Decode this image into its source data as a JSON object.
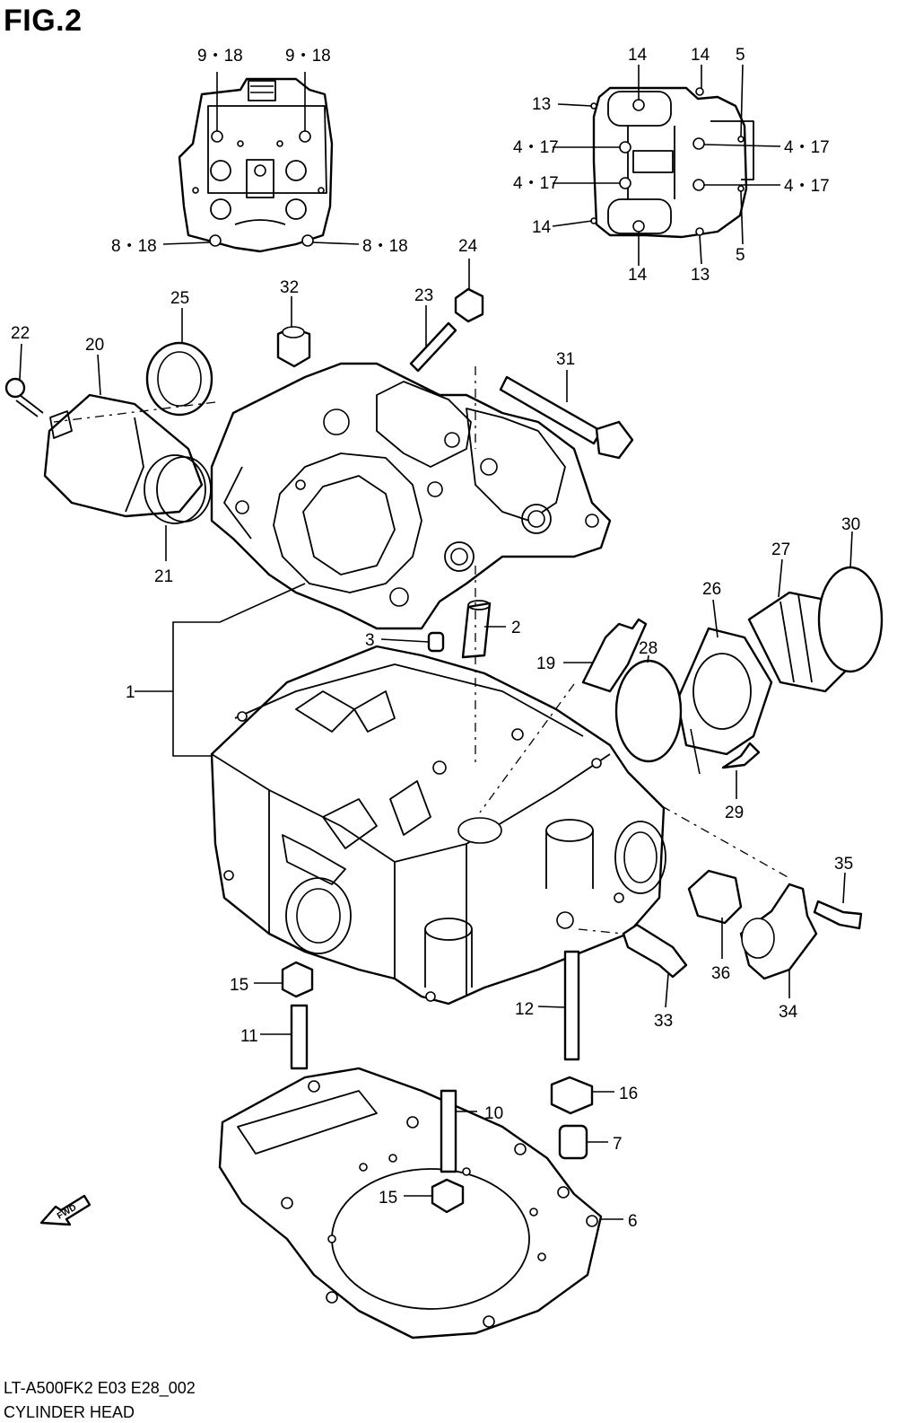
{
  "figure_title": "FIG.2",
  "model_code": "LT-A500FK2 E03 E28_002",
  "caption": "CYLINDER HEAD",
  "fwd_label": "FWD",
  "callouts": {
    "c1": "1",
    "c2": "2",
    "c3": "3",
    "c4_17a": "4・17",
    "c4_17b": "4・17",
    "c4_17c": "4・17",
    "c4_17d": "4・17",
    "c5a": "5",
    "c5b": "5",
    "c6": "6",
    "c7": "7",
    "c8_18a": "8・18",
    "c8_18b": "8・18",
    "c9_18a": "9・18",
    "c9_18b": "9・18",
    "c10": "10",
    "c11": "11",
    "c12": "12",
    "c13a": "13",
    "c13b": "13",
    "c14a": "14",
    "c14b": "14",
    "c14c": "14",
    "c14d": "14",
    "c15a": "15",
    "c15b": "15",
    "c16": "16",
    "c19": "19",
    "c20": "20",
    "c21": "21",
    "c22": "22",
    "c23": "23",
    "c24": "24",
    "c25": "25",
    "c26": "26",
    "c27": "27",
    "c28": "28",
    "c29": "29",
    "c30": "30",
    "c31": "31",
    "c32": "32",
    "c33": "33",
    "c34": "34",
    "c35": "35",
    "c36": "36"
  }
}
